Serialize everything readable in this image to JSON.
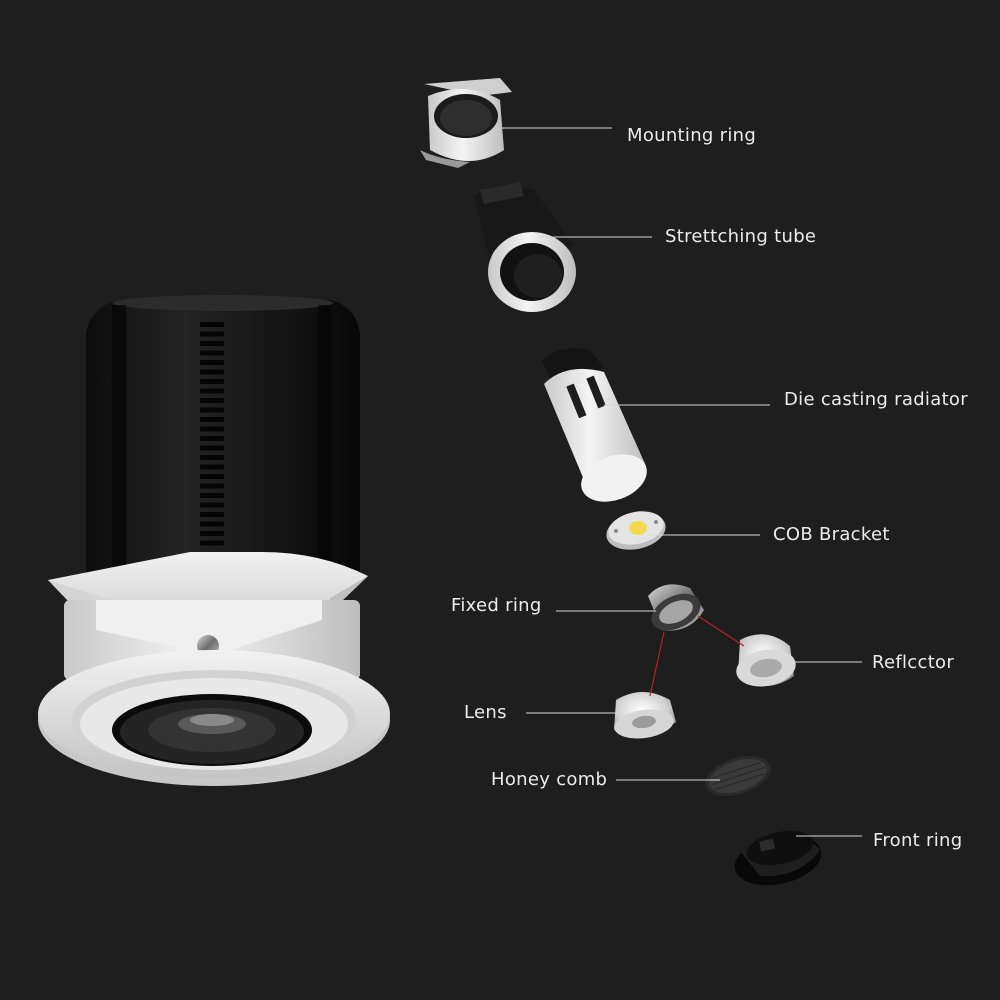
{
  "background": "#1e1e1e",
  "colors": {
    "label_text": "#ececec",
    "leader_line": "#d8d8d8",
    "connector_line": "#b3202a",
    "housing_white": "#ececec",
    "housing_black": "#151515"
  },
  "parts": [
    {
      "id": "mounting-ring",
      "label": "Mounting ring"
    },
    {
      "id": "stretching-tube",
      "label": "Strettching tube"
    },
    {
      "id": "radiator",
      "label": "Die casting radiator"
    },
    {
      "id": "cob-bracket",
      "label": "COB Bracket"
    },
    {
      "id": "fixed-ring",
      "label": "Fixed ring"
    },
    {
      "id": "reflector",
      "label": "Reflcctor"
    },
    {
      "id": "lens",
      "label": "Lens"
    },
    {
      "id": "honeycomb",
      "label": "Honey comb"
    },
    {
      "id": "front-ring",
      "label": "Front ring"
    }
  ]
}
